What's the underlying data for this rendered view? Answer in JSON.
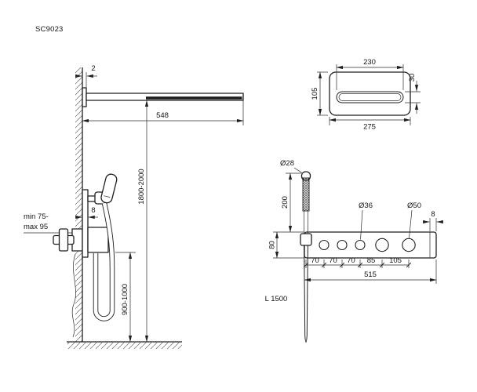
{
  "title": "SC9023",
  "colors": {
    "ink": "#1f1f1f",
    "background": "#ffffff"
  },
  "side_view": {
    "plate_thickness": "2",
    "spout_length": "548",
    "install_height": "1800-2000",
    "clearance_line1": "min 75-",
    "clearance_line2": "max 95",
    "holder_thickness": "8",
    "valve_height": "900-1000"
  },
  "top_view": {
    "slot_width": "230",
    "slot_height": "30",
    "body_depth": "105",
    "body_width": "275"
  },
  "panel_view": {
    "handshower_diameter": "Ø28",
    "exposed_length": "200",
    "panel_height": "80",
    "small_knob": "Ø36",
    "large_knob": "Ø50",
    "plate_thickness": "8",
    "spacings": [
      "70",
      "70",
      "70",
      "85",
      "105"
    ],
    "total_length": "515",
    "hose_length": "L 1500"
  }
}
